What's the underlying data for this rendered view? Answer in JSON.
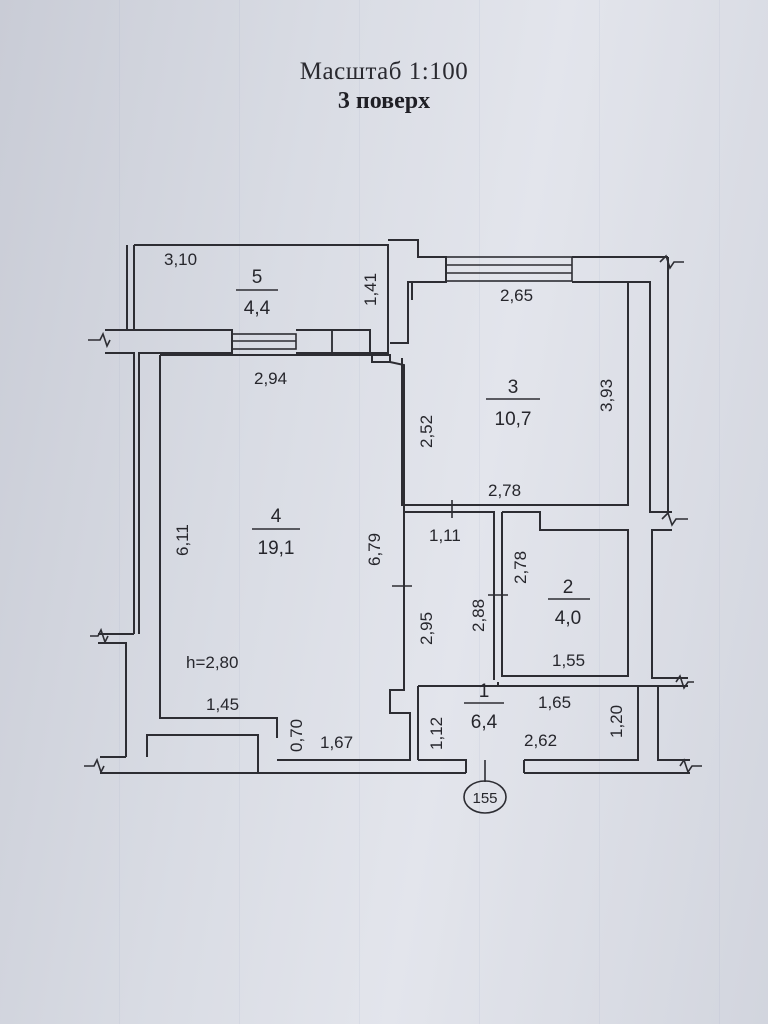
{
  "header": {
    "scale": "Масштаб 1:100",
    "floor": "3 поверх"
  },
  "rooms": [
    {
      "number": "1",
      "area": "6,4"
    },
    {
      "number": "2",
      "area": "4,0"
    },
    {
      "number": "3",
      "area": "10,7"
    },
    {
      "number": "4",
      "area": "19,1"
    },
    {
      "number": "5",
      "area": "4,4"
    }
  ],
  "dimensions": {
    "balcony_width": "3,10",
    "balcony_depth": "1,41",
    "room4_top": "2,94",
    "room4_left": "6,11",
    "room4_right": "6,79",
    "room4_bottom": "1,45",
    "recess_depth": "0,70",
    "recess_width": "1,67",
    "room3_top": "2,65",
    "room3_left": "2,52",
    "room3_right": "3,93",
    "room3_bottom": "2,78",
    "corridor_width": "1,11",
    "corridor_left": "2,95",
    "corridor_right": "2,88",
    "room2_left": "2,78",
    "room2_bottom": "1,55",
    "room1_top": "1,65",
    "room1_left": "1,12",
    "room1_bottom": "2,62",
    "room1_right": "1,20"
  },
  "ceiling_height": "h=2,80",
  "stamp": "155"
}
